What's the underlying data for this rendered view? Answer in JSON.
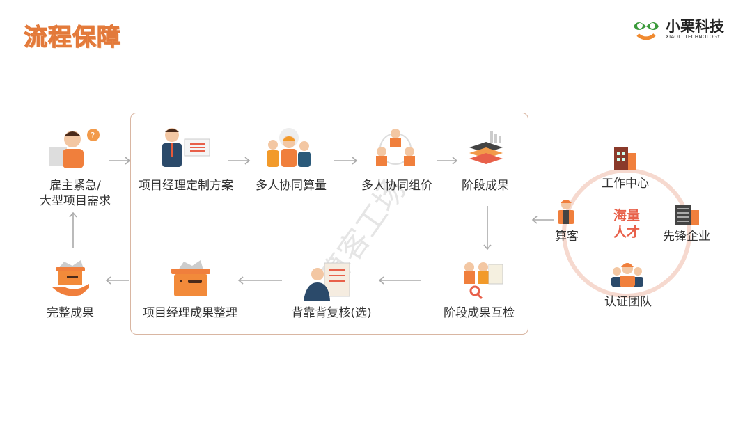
{
  "title": "流程保障",
  "logo": {
    "name": "小栗科技",
    "sub": "XIAOLI TECHNOLOGY"
  },
  "watermark": "算客工场",
  "flow": {
    "start": {
      "line1": "雇主紧急/",
      "line2": "大型项目需求"
    },
    "top": [
      "项目经理定制方案",
      "多人协同算量",
      "多人协同组价",
      "阶段成果"
    ],
    "bottom": [
      "阶段成果互检",
      "背靠背复核(选)",
      "项目经理成果整理",
      "完整成果"
    ]
  },
  "talent": {
    "center_line1": "海量",
    "center_line2": "人才",
    "nodes": [
      "工作中心",
      "先锋企业",
      "认证团队",
      "算客"
    ]
  },
  "colors": {
    "accent": "#f08a45",
    "box_border": "#d9b6a2",
    "ring": "#f6d9cf"
  }
}
